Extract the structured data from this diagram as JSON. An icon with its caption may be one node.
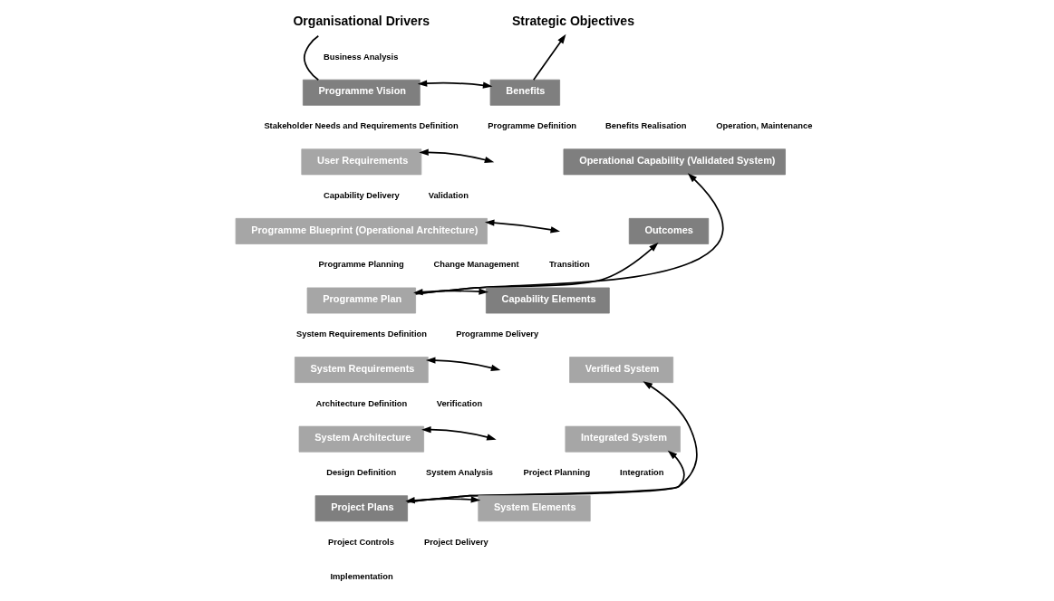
{
  "diagram": {
    "nodes": [
      {
        "text": [
          "Organisational Drivers"
        ]
      },
      {
        "text": [
          "Strategic Objectives"
        ]
      },
      {
        "text": [
          "Programme Vision"
        ]
      },
      {
        "text": [
          "Benefits"
        ]
      },
      {
        "text": [
          "User Requirements"
        ]
      },
      {
        "text": [
          "Operational Capability (Validated System)"
        ]
      },
      {
        "text": [
          "Programme Blueprint (Operational Architecture)"
        ]
      },
      {
        "text": [
          "Outcomes"
        ]
      },
      {
        "text": [
          "Programme Plan"
        ]
      },
      {
        "text": [
          "Capability Elements"
        ]
      },
      {
        "text": [
          "System Requirements"
        ]
      },
      {
        "text": [
          "Verified System"
        ]
      },
      {
        "text": [
          "System Architecture"
        ]
      },
      {
        "text": [
          "Integrated System"
        ]
      },
      {
        "text": [
          "Project Plans"
        ]
      },
      {
        "text": [
          "System Elements"
        ]
      }
    ],
    "edges": [
      {
        "from": 0,
        "to": 2,
        "arrow": "none"
      },
      {
        "from": 3,
        "to": 1,
        "arrow": "to"
      },
      {
        "from": 2,
        "to": 3,
        "arrow": "both"
      },
      {
        "from": 4,
        "to": null,
        "arrow": "both"
      },
      {
        "from": 6,
        "to": null,
        "arrow": "both"
      },
      {
        "from": 8,
        "to": 9,
        "arrow": "both"
      },
      {
        "from": 8,
        "to": 5,
        "arrow": "to"
      },
      {
        "from": 8,
        "to": 7,
        "arrow": "to"
      },
      {
        "from": 10,
        "to": null,
        "arrow": "both"
      },
      {
        "from": 12,
        "to": null,
        "arrow": "both"
      },
      {
        "from": 14,
        "to": 15,
        "arrow": "both"
      },
      {
        "from": 14,
        "to": 11,
        "arrow": "to"
      },
      {
        "from": 14,
        "to": 13,
        "arrow": "to"
      }
    ],
    "labels": [
      "Business Analysis",
      "Stakeholder Needs and Requirements Definition",
      "Programme Definition",
      "Benefits Realisation",
      "Operation, Maintenance",
      "Capability Delivery",
      "Validation",
      "Programme Planning",
      "Change Management",
      "Transition",
      "System Requirements Definition",
      "Programme Delivery",
      "Architecture Definition",
      "Verification",
      "Design Definition",
      "System Analysis",
      "Project Planning",
      "Integration",
      "Project Controls",
      "Project Delivery",
      "Implementation"
    ]
  }
}
